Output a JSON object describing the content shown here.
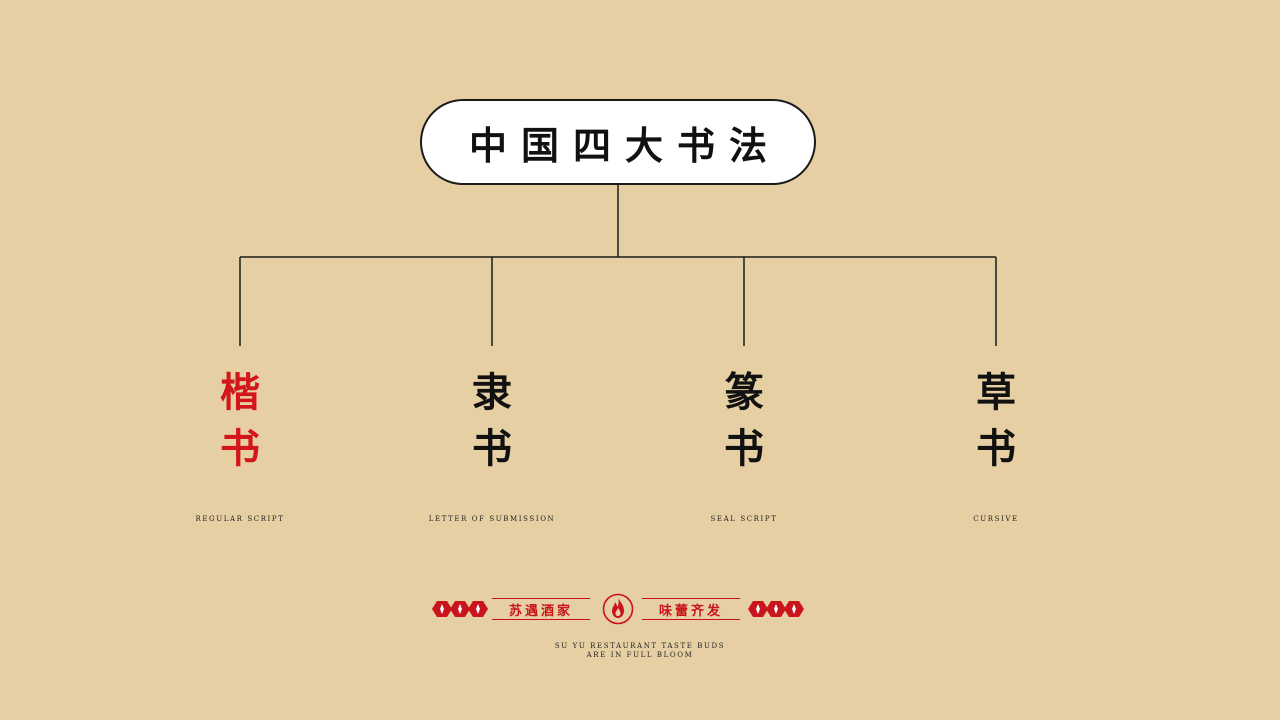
{
  "root": {
    "title": "中国四大书法"
  },
  "branches": [
    {
      "char1": "楷",
      "char2": "书",
      "english": "REGULAR SCRIPT",
      "highlighted": true
    },
    {
      "char1": "隶",
      "char2": "书",
      "english": "LETTER OF SUBMISSION",
      "highlighted": false
    },
    {
      "char1": "篆",
      "char2": "书",
      "english": "SEAL SCRIPT",
      "highlighted": false
    },
    {
      "char1": "草",
      "char2": "书",
      "english": "CURSIVE",
      "highlighted": false
    }
  ],
  "footer": {
    "brand_left": "苏遇酒家",
    "brand_right": "味蕾齐发",
    "slogan_line1": "SU YU RESTAURANT TASTE BUDS",
    "slogan_line2": "ARE IN FULL BLOOM"
  },
  "colors": {
    "background": "#e6cfa3",
    "accent_red": "#d3161b",
    "ink": "#111111",
    "pill_fill": "#ffffff"
  }
}
